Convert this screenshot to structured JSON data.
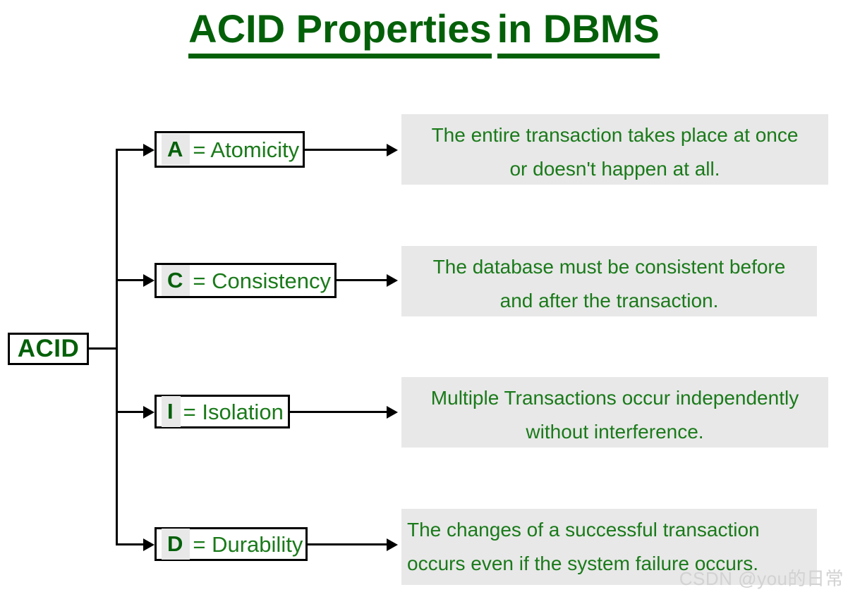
{
  "title": {
    "part1": "ACID Properties",
    "part2": "in DBMS",
    "full": "ACID Properties in DBMS",
    "color": "#036009"
  },
  "root": {
    "label": "ACID"
  },
  "colors": {
    "green_text": "#1a7a1a",
    "green_bold": "#036009",
    "box_border": "#000000",
    "desc_bg": "#e8e8e8",
    "letter_highlight": "#e8e8e8",
    "page_bg": "#ffffff",
    "watermark": "#d2d2d2"
  },
  "properties": [
    {
      "letter": "A",
      "equals": "= Atomicity",
      "name": "Atomicity",
      "description_lines": [
        "The entire transaction takes place at once",
        "or doesn't happen at all."
      ],
      "align": "center"
    },
    {
      "letter": "C",
      "equals": "= Consistency",
      "name": "Consistency",
      "description_lines": [
        "The database must be consistent before",
        "and after the transaction."
      ],
      "align": "center"
    },
    {
      "letter": "I",
      "equals": "= Isolation",
      "name": "Isolation",
      "description_lines": [
        "Multiple Transactions occur independently",
        "without interference."
      ],
      "align": "center"
    },
    {
      "letter": "D",
      "equals": "= Durability",
      "name": "Durability",
      "description_lines": [
        "The changes of a successful transaction",
        "occurs even if the system failure occurs."
      ],
      "align": "left"
    }
  ],
  "watermark": {
    "text": "CSDN @you的日常"
  }
}
